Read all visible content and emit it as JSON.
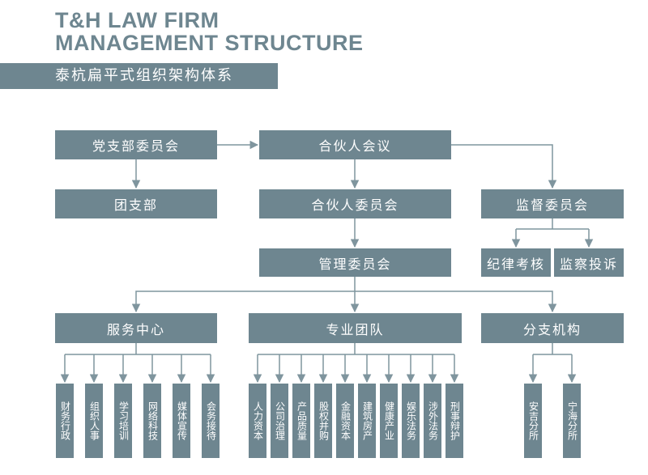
{
  "title": {
    "line1": "T&H LAW FIRM",
    "line2": "MANAGEMENT STRUCTURE"
  },
  "subtitle": "泰杭扁平式组织架构体系",
  "nodes": {
    "party_branch": "党支部委员会",
    "partner_meeting": "合伙人会议",
    "league_branch": "团支部",
    "partner_committee": "合伙人委员会",
    "supervision_committee": "监督委员会",
    "management_committee": "管理委员会",
    "discipline": "纪律考核",
    "complaints": "监察投诉",
    "service_center": "服务中心",
    "professional_teams": "专业团队",
    "branches": "分支机构"
  },
  "service_items": [
    "财务行政",
    "组织人事",
    "学习培训",
    "网络科技",
    "媒体宣传",
    "会务接待"
  ],
  "team_items": [
    "人力资本",
    "公司治理",
    "产品质量",
    "股权并购",
    "金融资本",
    "建筑房产",
    "健康产业",
    "娱乐法务",
    "涉外法务",
    "刑事辩护"
  ],
  "branch_items": [
    "安吉分所",
    "宁海分所"
  ],
  "colors": {
    "box": "#6e8690",
    "line": "#7f959e",
    "title": "#6e8690"
  }
}
